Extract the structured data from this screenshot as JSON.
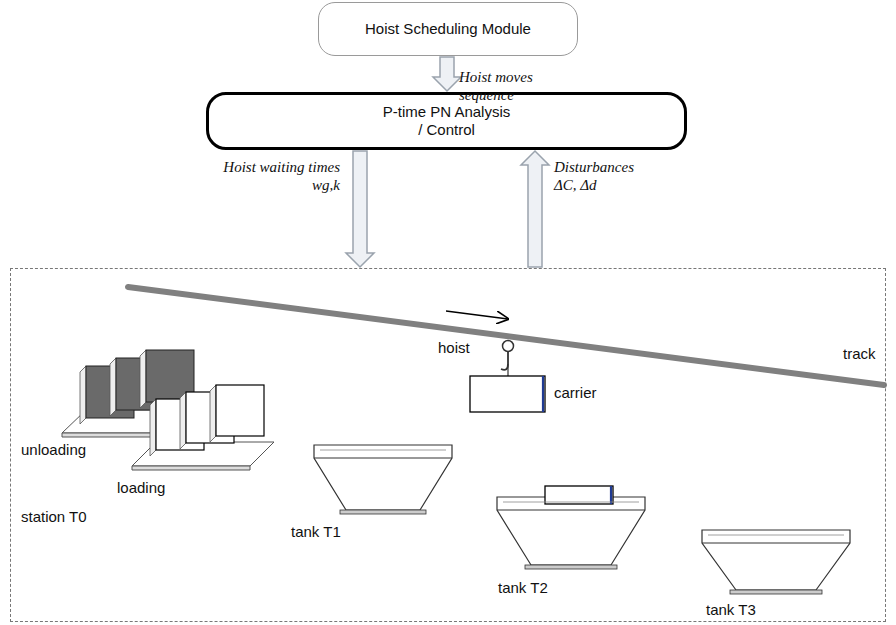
{
  "diagram": {
    "nodes": [
      {
        "text": [
          "Hoist Scheduling Module"
        ]
      },
      {
        "text": [
          "P-time PN Analysis / Control"
        ]
      },
      {
        "text": [
          "hoist",
          "carrier",
          "track",
          "unloading",
          "loading",
          "station T0",
          "tank T1",
          "tank T2",
          "tank T3"
        ]
      }
    ],
    "edges": [
      {
        "from": 0,
        "to": 1,
        "arrow": "to",
        "label": "Hoist moves sequence"
      },
      {
        "from": 1,
        "to": 2,
        "arrow": "to",
        "label": "Hoist waiting times wg,k"
      },
      {
        "from": 2,
        "to": 1,
        "arrow": "to",
        "label": "Disturbances ΔC, Δd"
      }
    ]
  }
}
